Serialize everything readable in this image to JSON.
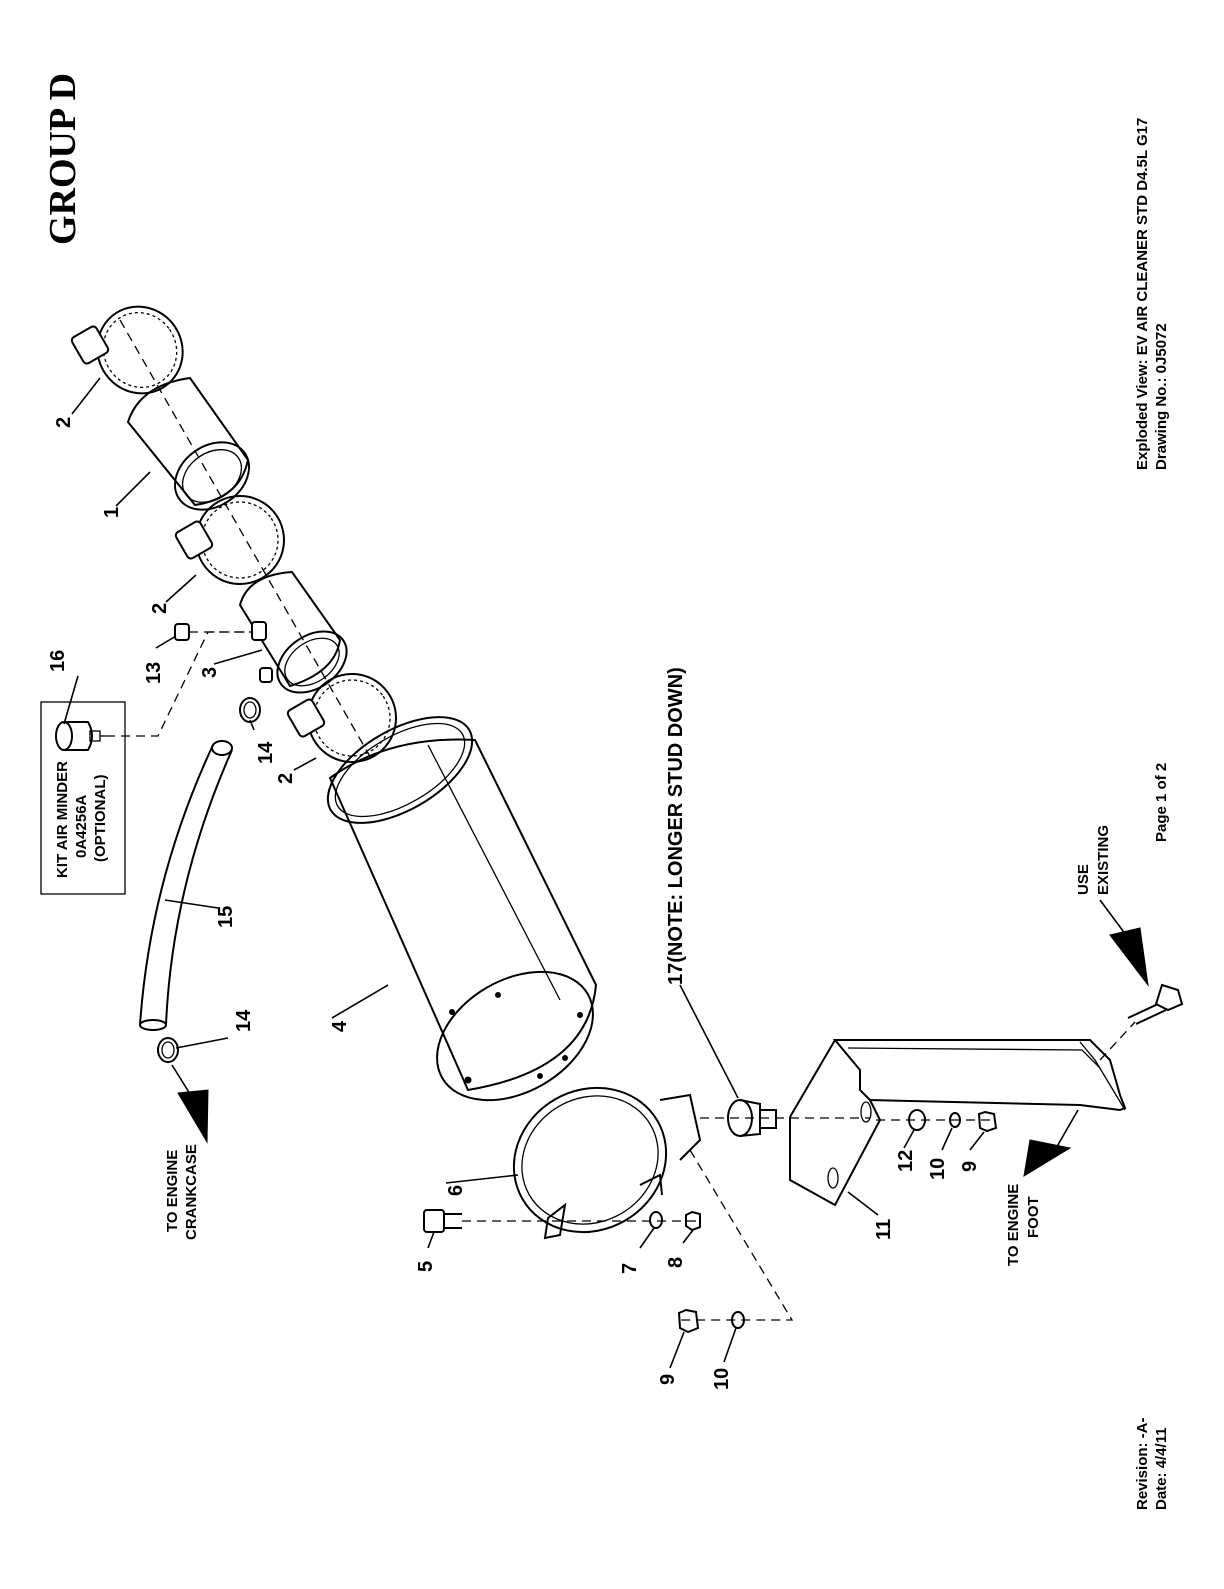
{
  "title_block": {
    "group": "GROUP D",
    "exploded_view_line": "Exploded View:  EV AIR CLEANER STD D4.5L G17",
    "drawing_no_line": "Drawing No.: 0J5072",
    "page": "Page 1 of 2",
    "revision": "Revision: -A-",
    "date": "Date: 4/4/11"
  },
  "kit_box": {
    "line1": "KIT AIR MINDER",
    "line2": "0A4256A",
    "line3": "(OPTIONAL)"
  },
  "callouts": {
    "to_engine_crankcase_1": "TO ENGINE",
    "to_engine_crankcase_2": "CRANKCASE",
    "to_engine_foot_1": "TO ENGINE",
    "to_engine_foot_2": "FOOT",
    "use_existing_1": "USE",
    "use_existing_2": "EXISTING",
    "note_17": "17(NOTE: LONGER STUD DOWN)"
  },
  "item_labels": {
    "i1": "1",
    "i2a": "2",
    "i2b": "2",
    "i2c": "2",
    "i3": "3",
    "i4": "4",
    "i5": "5",
    "i6": "6",
    "i7": "7",
    "i8": "8",
    "i9a": "9",
    "i9b": "9",
    "i10a": "10",
    "i10b": "10",
    "i11": "11",
    "i12": "12",
    "i13": "13",
    "i14a": "14",
    "i14b": "14",
    "i15": "15",
    "i16": "16"
  }
}
